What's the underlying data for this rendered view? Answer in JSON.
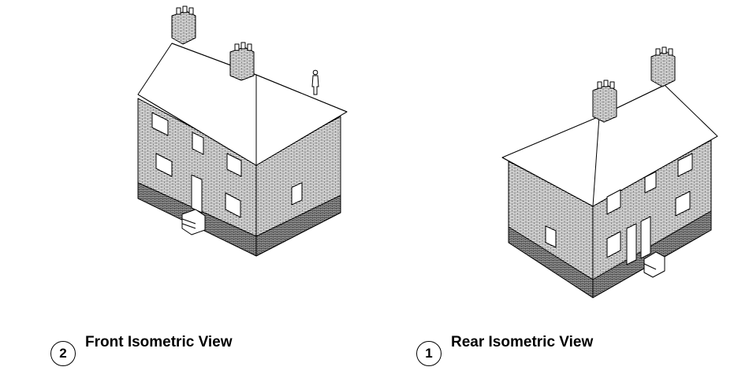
{
  "views": [
    {
      "number": "2",
      "title": "Front Isometric View"
    },
    {
      "number": "1",
      "title": "Rear Isometric View"
    }
  ],
  "colors": {
    "line": "#000000",
    "brick_hatch": "#555555",
    "background": "#ffffff"
  },
  "icons": [
    "house-front-drawing",
    "house-rear-drawing",
    "human-figure-icon"
  ]
}
